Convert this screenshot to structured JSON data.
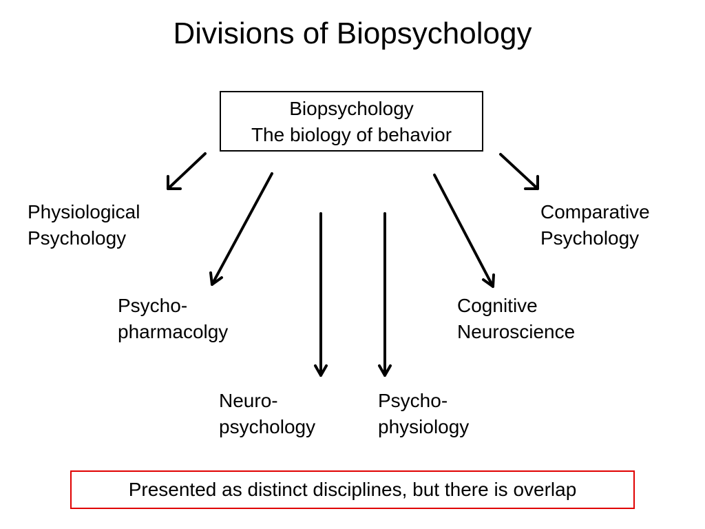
{
  "title": "Divisions of Biopsychology",
  "root": {
    "line1": "Biopsychology",
    "line2": "The biology of behavior"
  },
  "branches": [
    {
      "id": "physiological",
      "line1": "Physiological",
      "line2": "Psychology"
    },
    {
      "id": "psychopharmacology",
      "line1": "Psycho-",
      "line2": "pharmacolgy"
    },
    {
      "id": "neuropsychology",
      "line1": "Neuro-",
      "line2": "psychology"
    },
    {
      "id": "psychophysiology",
      "line1": "Psycho-",
      "line2": "physiology"
    },
    {
      "id": "cognitive",
      "line1": "Cognitive",
      "line2": "Neuroscience"
    },
    {
      "id": "comparative",
      "line1": "Comparative",
      "line2": "Psychology"
    }
  ],
  "note": "Presented as distinct disciplines, but there is overlap",
  "colors": {
    "text": "#000000",
    "note_border": "#e00000"
  }
}
